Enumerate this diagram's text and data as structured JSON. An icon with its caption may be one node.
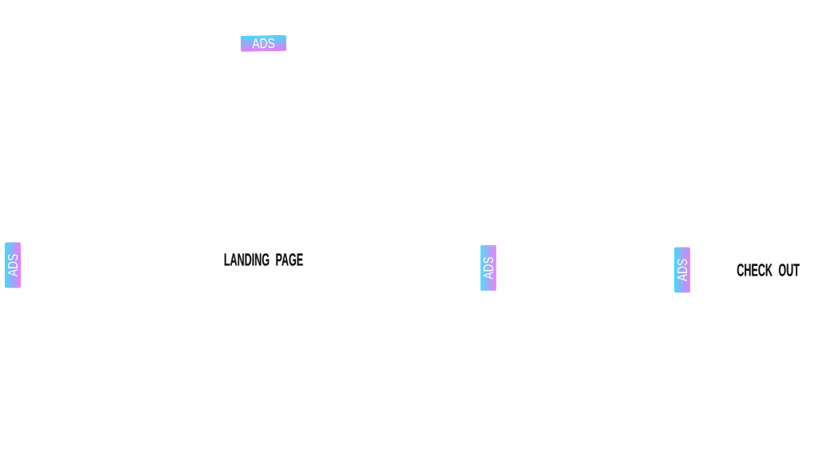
{
  "diagram": {
    "nodes": [
      {
        "text": [
          "ADS"
        ]
      },
      {
        "text": [
          "ADS"
        ]
      },
      {
        "text": [
          "ADS"
        ]
      },
      {
        "text": [
          "ADS"
        ]
      }
    ],
    "labels": [
      "LANDING PAGE",
      "CHECK OUT"
    ]
  }
}
